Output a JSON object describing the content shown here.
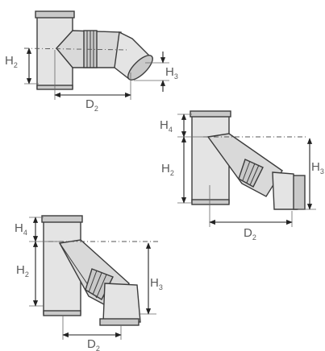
{
  "labels": {
    "h2": "H",
    "h3": "H",
    "h4": "H",
    "d2": "D",
    "sub_2": "2",
    "sub_3": "3",
    "sub_4": "4"
  }
}
